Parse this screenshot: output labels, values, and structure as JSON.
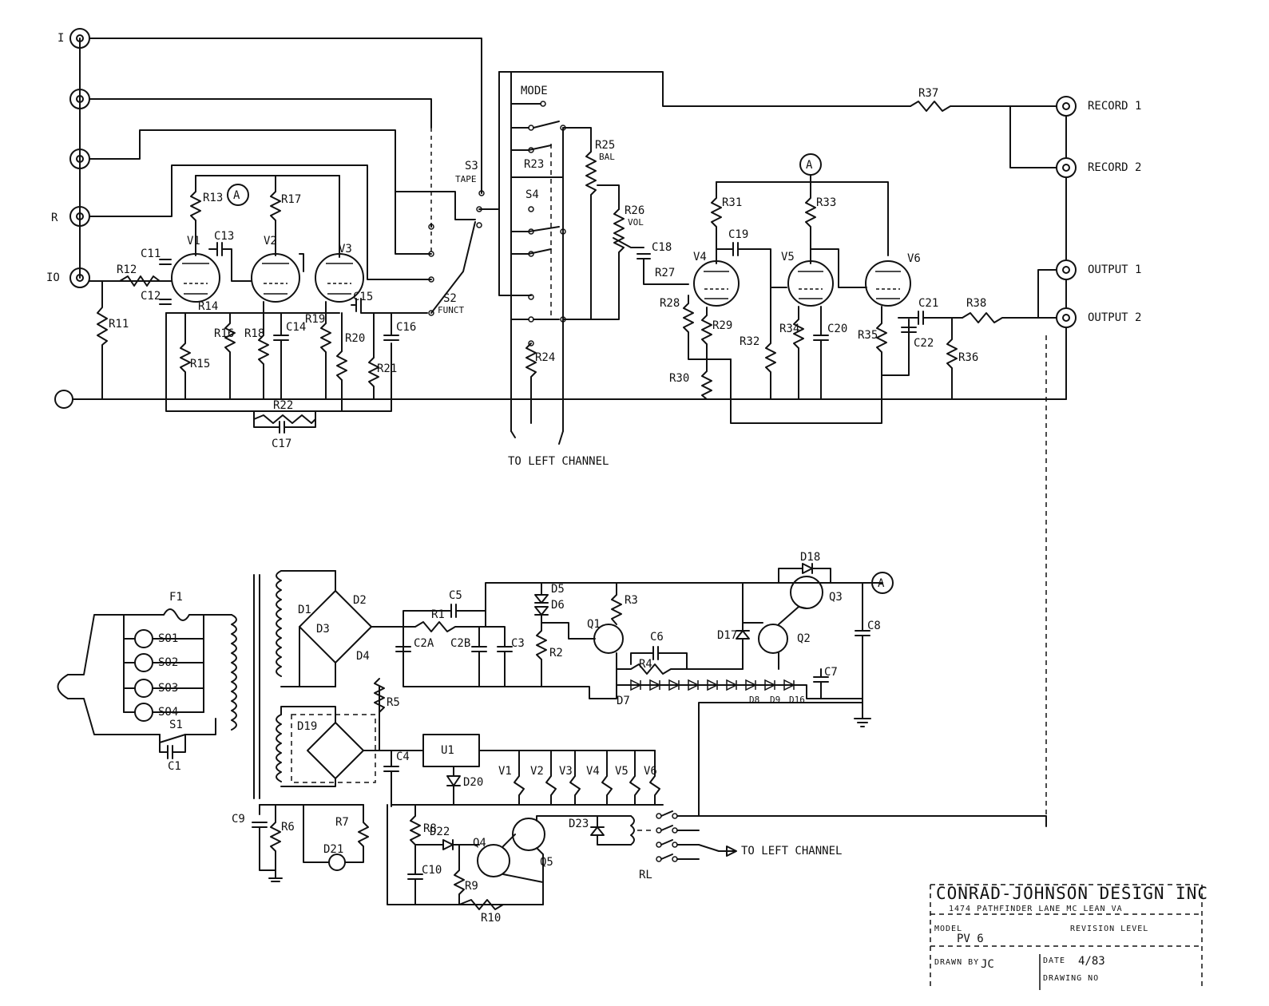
{
  "input_labels": {
    "top": "I",
    "r": "R",
    "io": "IO"
  },
  "jack_labels": {
    "record1": "RECORD 1",
    "record2": "RECORD 2",
    "output1": "OUTPUT 1",
    "output2": "OUTPUT 2"
  },
  "phono": {
    "tubes": [
      "V1",
      "V2",
      "V3"
    ],
    "resistors": [
      "R11",
      "R12",
      "R13",
      "R14",
      "R15",
      "R16",
      "R17",
      "R18",
      "R19",
      "R20",
      "R21",
      "R22"
    ],
    "capacitors": [
      "C11",
      "C12",
      "C13",
      "C14",
      "C15",
      "C16",
      "C17"
    ],
    "node": "A"
  },
  "switching": {
    "mode": "MODE",
    "s3": "S3",
    "s3_sub": "TAPE",
    "s2": "S2",
    "s2_sub": "FUNCT",
    "s4": "S4",
    "r23": "R23",
    "r24": "R24",
    "r25": "R25",
    "r25_sub": "BAL",
    "r26": "R26",
    "r26_sub": "VOL",
    "c18": "C18",
    "to_left_top": "TO LEFT CHANNEL"
  },
  "line": {
    "tubes": [
      "V4",
      "V5",
      "V6"
    ],
    "resistors": [
      "R27",
      "R28",
      "R29",
      "R30",
      "R31",
      "R32",
      "R33",
      "R34",
      "R35",
      "R36",
      "R37",
      "R38"
    ],
    "capacitors": [
      "C19",
      "C20",
      "C21",
      "C22"
    ],
    "node": "A"
  },
  "power": {
    "fuse": "F1",
    "outlets": [
      "SO1",
      "SO2",
      "SO3",
      "SO4"
    ],
    "switch": "S1",
    "c1": "C1",
    "diodes": [
      "D1",
      "D2",
      "D3",
      "D4",
      "D5",
      "D6",
      "D7",
      "D8",
      "D9",
      "D16",
      "D17",
      "D18",
      "D19",
      "D20",
      "D21",
      "D22",
      "D23"
    ],
    "transistors": [
      "Q1",
      "Q2",
      "Q3",
      "Q4",
      "Q5"
    ],
    "resistors": [
      "R1",
      "R2",
      "R3",
      "R4",
      "R5",
      "R6",
      "R7",
      "R8",
      "R9",
      "R10"
    ],
    "capacitors": [
      "C2A",
      "C2B",
      "C3",
      "C4",
      "C5",
      "C6",
      "C7",
      "C8",
      "C9",
      "C10"
    ],
    "regulator": "U1",
    "heaters": [
      "V1",
      "V2",
      "V3",
      "V4",
      "V5",
      "V6"
    ],
    "relay": "RL",
    "to_left_bottom": "TO LEFT CHANNEL",
    "node": "A"
  },
  "title_block": {
    "company": "CONRAD-JOHNSON DESIGN INC",
    "address": "1474 PATHFINDER LANE MC LEAN VA",
    "model_label": "MODEL",
    "model_value": "PV 6",
    "revision_label": "REVISION LEVEL",
    "drawn_label": "DRAWN BY",
    "drawn_value": "JC",
    "date_label": "DATE",
    "date_value": "4/83",
    "drawing_no_label": "DRAWING NO"
  }
}
